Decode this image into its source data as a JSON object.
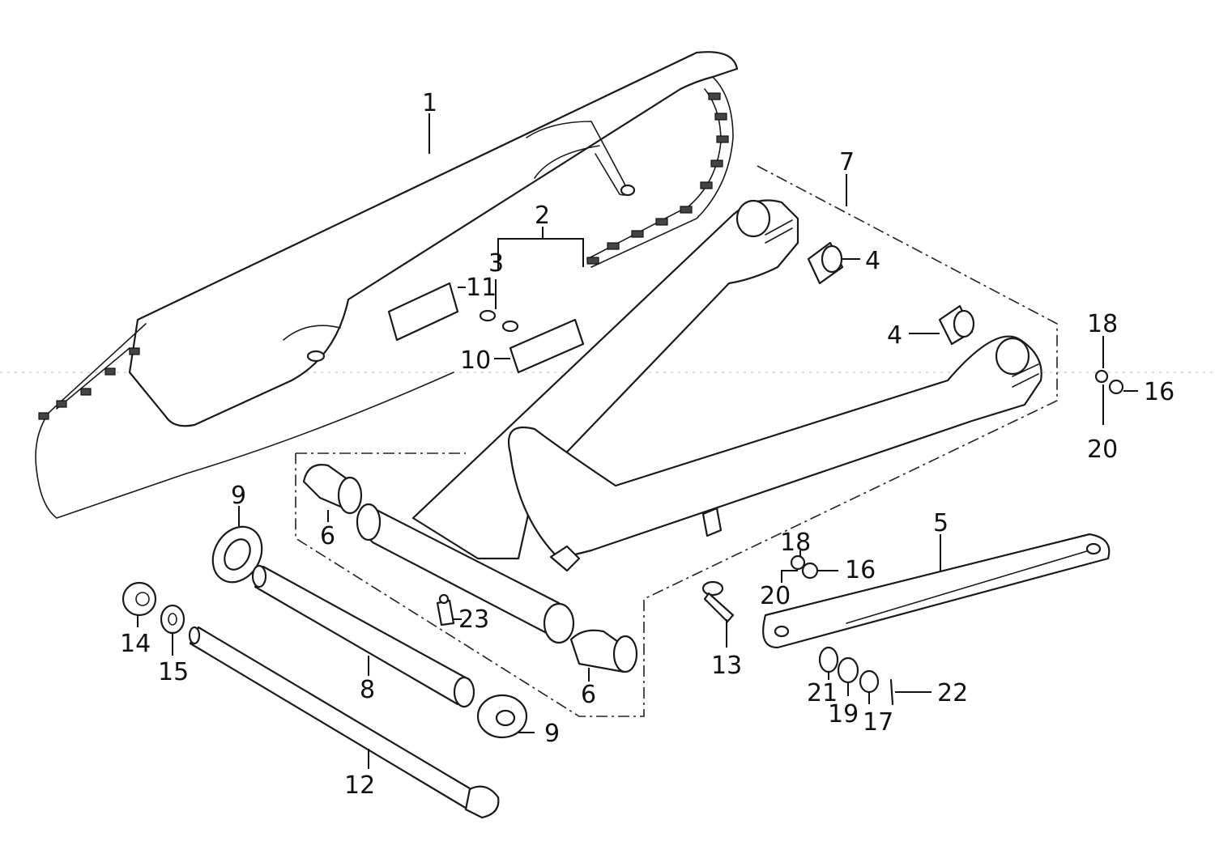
{
  "callouts": {
    "c1": "1",
    "c2": "2",
    "c3": "3",
    "c4a": "4",
    "c4b": "4",
    "c5": "5",
    "c6a": "6",
    "c6b": "6",
    "c7": "7",
    "c8": "8",
    "c9a": "9",
    "c9b": "9",
    "c10": "10",
    "c11": "11",
    "c12": "12",
    "c13": "13",
    "c14": "14",
    "c15": "15",
    "c16a": "16",
    "c16b": "16",
    "c17": "17",
    "c18a": "18",
    "c18b": "18",
    "c19": "19",
    "c20a": "20",
    "c20b": "20",
    "c21": "21",
    "c22": "22",
    "c23": "23"
  },
  "colors": {
    "line": "#1a1a1a",
    "background": "#ffffff"
  }
}
